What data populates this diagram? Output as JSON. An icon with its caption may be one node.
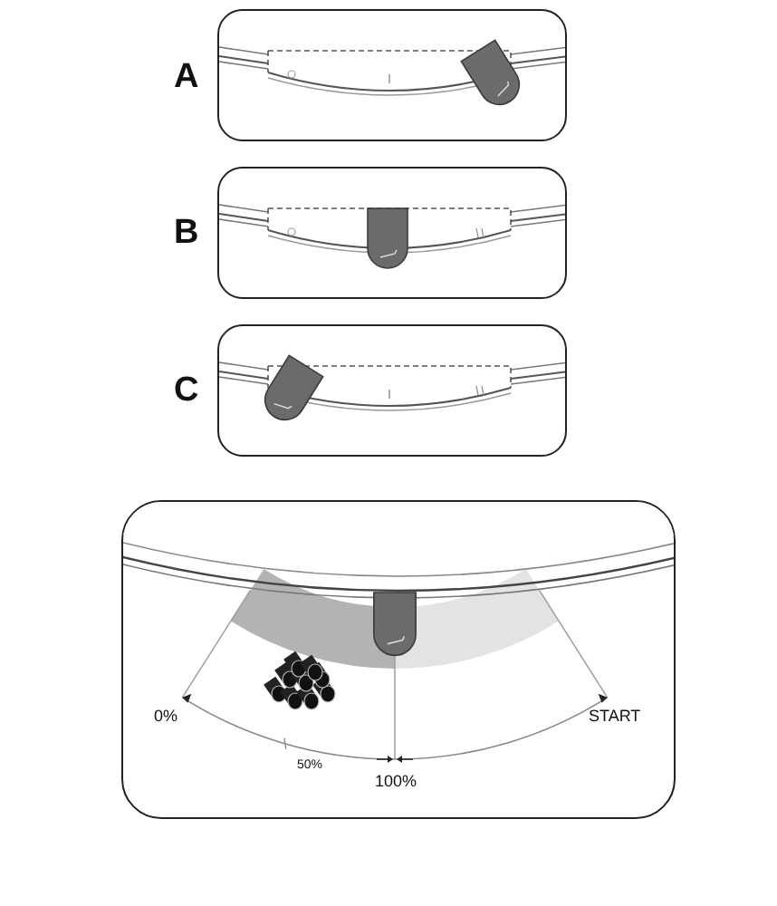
{
  "diagram": {
    "nodes": [
      {
        "text": [],
        "shape": "box",
        "beside": [
          "A"
        ]
      },
      {
        "text": [],
        "shape": "box",
        "beside": [
          "B"
        ]
      },
      {
        "text": [],
        "shape": "box",
        "beside": [
          "C"
        ]
      },
      {
        "text": [],
        "shape": "box"
      }
    ],
    "labels": [
      "0%",
      "50%",
      "100%",
      "START"
    ]
  }
}
